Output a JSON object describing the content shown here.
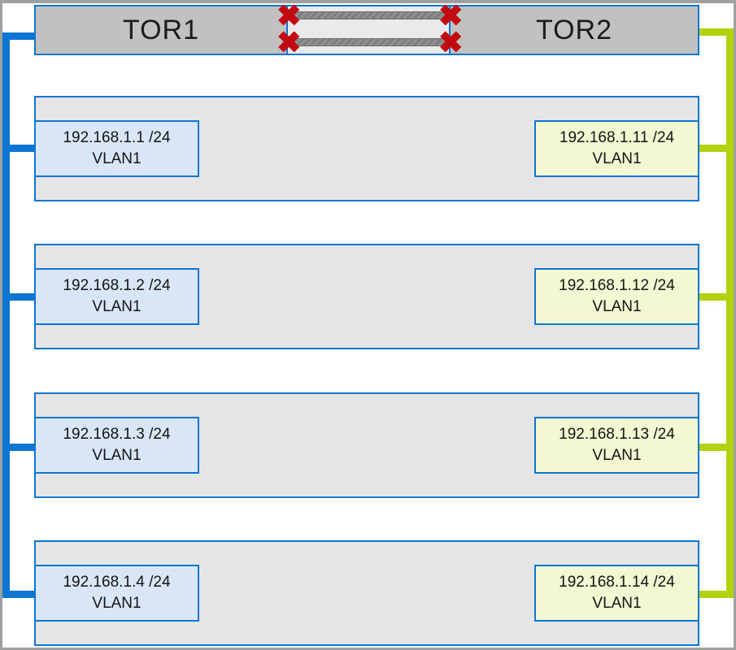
{
  "tor_bar": {
    "tor1_label": "TOR1",
    "tor2_label": "TOR2",
    "failed_link_icon": "✖",
    "inter_switch_links": 2,
    "links_status": "failed"
  },
  "servers": [
    {
      "left_ip": "192.168.1.1 /24",
      "left_vlan": "VLAN1",
      "right_ip": "192.168.1.11 /24",
      "right_vlan": "VLAN1"
    },
    {
      "left_ip": "192.168.1.2 /24",
      "left_vlan": "VLAN1",
      "right_ip": "192.168.1.12 /24",
      "right_vlan": "VLAN1"
    },
    {
      "left_ip": "192.168.1.3 /24",
      "left_vlan": "VLAN1",
      "right_ip": "192.168.1.13 /24",
      "right_vlan": "VLAN1"
    },
    {
      "left_ip": "192.168.1.4 /24",
      "left_vlan": "VLAN1",
      "right_ip": "192.168.1.14 /24",
      "right_vlan": "VLAN1"
    }
  ],
  "colors": {
    "connector_blue": "#0d76d2",
    "connector_green": "#b2d20f",
    "box_border_blue": "#0d76d2",
    "failed_red": "#c20a11",
    "tor_fill": "#c1c1c1",
    "mid_panel": "#eaeaea",
    "row_fill": "#e6e5e5",
    "nic_left_fill": "#d8e6f8",
    "nic_right_fill": "#f3f8d2",
    "frame_gray": "#9f9f9f"
  }
}
